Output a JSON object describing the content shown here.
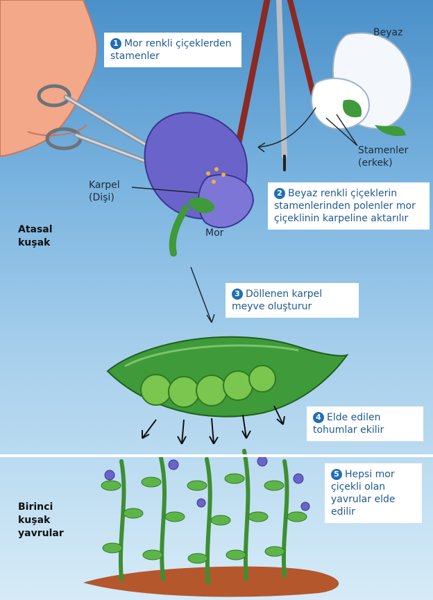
{
  "labels": {
    "beyaz": "Beyaz",
    "mor": "Mor",
    "karpel": "Karpel\n(Dişi)",
    "stamenler": "Stamenler\n(erkek)"
  },
  "generations": {
    "atasal": "Atasal\nkuşak",
    "birinci": "Birinci\nkuşak\nyavrular"
  },
  "steps": [
    {
      "num": "1",
      "text": "Mor renkli çiçeklerden stamenler"
    },
    {
      "num": "2",
      "text": "Beyaz renkli çiçeklerin stamenlerinden polenler mor çiçeklinin karpeline aktarılır"
    },
    {
      "num": "3",
      "text": "Döllenen karpel meyve oluşturur"
    },
    {
      "num": "4",
      "text": "Elde edilen tohumlar ekilir"
    },
    {
      "num": "5",
      "text": "Hepsi mor çiçekli olan yavrular elde edilir"
    }
  ],
  "colors": {
    "step_box_text": "#1f5a91",
    "step_badge": "#1f6fb5",
    "purple_flower": "#6a63c9",
    "pod_green": "#3f9a3a",
    "plant_green": "#4aa53e",
    "soil": "#b5572c"
  }
}
